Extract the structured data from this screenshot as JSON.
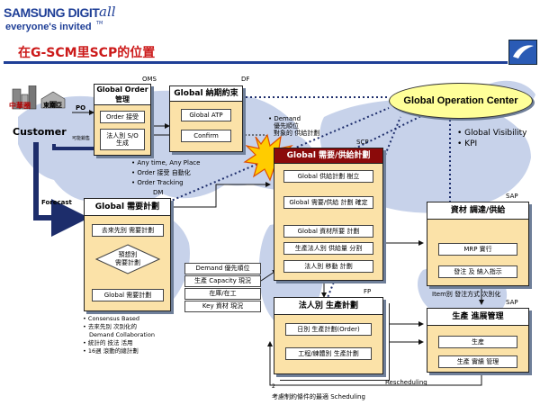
{
  "header": {
    "logo_line1": "SAMSUNG DIGIT",
    "logo_script": "all",
    "logo_line2": "everyone's invited",
    "logo_tm": "TM",
    "title": "在G-SCM里SCP的位置"
  },
  "colors": {
    "header_blue": "#1f3f97",
    "title_red": "#cc1a1a",
    "panel_fill": "#fbe2a8",
    "goc_fill": "#ffff99",
    "world_map": "#c7d2ea",
    "arrow_dark": "#1d2d6b"
  },
  "customer": {
    "label": "Customer",
    "po": "PO",
    "region1": "中華圈",
    "region2": "東南亞",
    "extra": "可能銷售",
    "forecast": "Forecast"
  },
  "order_mgmt": {
    "tag": "OMS",
    "title_l1": "Global Order",
    "title_l2": "管理",
    "box1": "Order 接受",
    "box2_l1": "法人別 S/O",
    "box2_l2": "生成"
  },
  "atp": {
    "tag": "DF",
    "title": "Global 納期約束",
    "box1": "Global ATP",
    "box2": "Confirm"
  },
  "goc": {
    "title": "Global Operation Center",
    "bullet1": "Global Visibility",
    "bullet2": "KPI"
  },
  "demand_note": {
    "l1": "Demand",
    "l2": "優先順位",
    "l3": "對象的 供給計劃"
  },
  "any_time": [
    "Any time, Any Place",
    "Order 接受 自動化",
    "Order Tracking"
  ],
  "scp": {
    "tag": "SCP",
    "title": "Global 需要/供給計劃",
    "rows": [
      "Global 供給計劃 樹立",
      "Global 需要/供給 計劃 確定",
      "Global 資材所要 計劃",
      "生產法人別 供給量 分割",
      "法人別 移動 計劃"
    ]
  },
  "dm": {
    "tag": "DM",
    "title": "Global 需要計劃",
    "box1": "去來先別 需要計劃",
    "diamond_l1": "預想別",
    "diamond_l2": "需要計劃",
    "box3": "Global 需要計劃",
    "bullets": [
      "Consensus Based",
      "去來先別 次別化的",
      "Demand Collaboration",
      "統計的 技法 活用",
      "16週 滾動的總計劃"
    ]
  },
  "info_boxes": [
    "Demand 優先順位",
    "生產 Capacity 現況",
    "在庫/在工",
    "Key 資材 現況"
  ],
  "fp": {
    "tag": "FP",
    "title": "法人別 生產計劃",
    "box1": "日別 生產計劃(Order)",
    "box2": "工程/練體別 生產計劃",
    "footnote_num": "2",
    "footnote": "考慮制約條件的最適 Scheduling",
    "rescheduling": "Rescheduling"
  },
  "sap1": {
    "tag": "SAP",
    "title": "資材 調達/供給",
    "box1": "MRP 實行",
    "box2": "發注 及 納入指示",
    "note": "Item別 發注方式 次別化"
  },
  "sap2": {
    "tag": "SAP",
    "title": "生產 進展管理",
    "box1": "生産",
    "box2": "生產 實績 管理"
  }
}
